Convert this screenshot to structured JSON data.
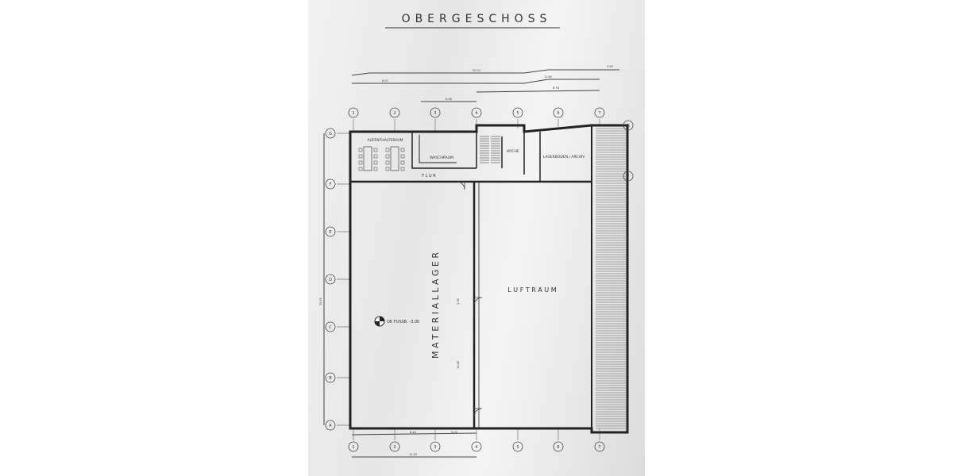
{
  "title": "OBERGESCHOSS",
  "grid_columns": [
    "1",
    "2",
    "3",
    "4",
    "5",
    "6",
    "7"
  ],
  "grid_rows": [
    "G",
    "F",
    "E",
    "D",
    "C",
    "B",
    "A"
  ],
  "rooms": {
    "aufenthaltsraum": "AUFENTHALTSRAUM",
    "waschraum": "WASCHRAUM",
    "flur": "F L U R",
    "kueche": "KÜCHE",
    "lager_archiv": "LAGERBODEN / ARCHIV",
    "materiallager": "M A T E R I A L L A G E R",
    "luftraum": "L U F T R A U M"
  },
  "level_mark": "OK FUSSB. -3.00",
  "dimensions": {
    "overall_top": "30.54",
    "top_right": "3.92",
    "top_left_a": "8.01",
    "top_mid": "11.65",
    "top_right_b": "6.76",
    "top_sub": "6.06",
    "bottom_a": "6.44",
    "bottom_b": "5.05",
    "bottom_total": "11.55",
    "left_height": "25.45",
    "inner_a": "11.86",
    "inner_b": "2.05"
  },
  "colors": {
    "line": "#333333",
    "paper": "#ececec",
    "background": "#ffffff"
  }
}
